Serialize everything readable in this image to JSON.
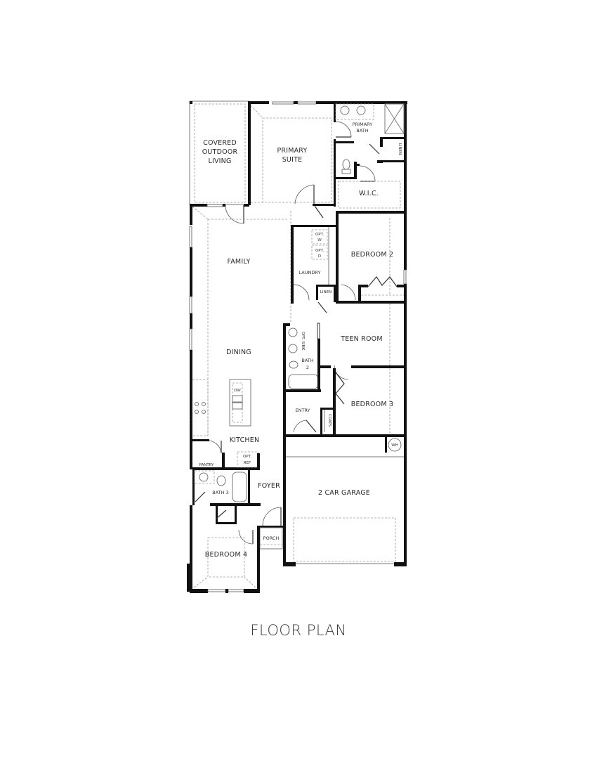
{
  "title": "FLOOR PLAN",
  "rooms": {
    "covered_outdoor_living": [
      "COVERED",
      "OUTDOOR",
      "LIVING"
    ],
    "primary_suite": [
      "PRIMARY",
      "SUITE"
    ],
    "primary_bath": [
      "PRIMARY",
      "BATH"
    ],
    "linen_primary": "LINEN",
    "wic": "W.I.C.",
    "family": "FAMILY",
    "laundry": "LAUNDRY",
    "opt_w": [
      "OPT.",
      "W"
    ],
    "opt_d": [
      "OPT.",
      "D"
    ],
    "linen_hall": "LINEN",
    "bedroom2": "BEDROOM 2",
    "dining": "DINING",
    "teen_room": "TEEN ROOM",
    "opt_sink": "OPT. SINK",
    "bath2": [
      "BATH",
      "2"
    ],
    "dw": "DW",
    "bedroom3": "BEDROOM 3",
    "entry": "ENTRY",
    "coats": "COATS",
    "kitchen": "KITCHEN",
    "opt_ref": [
      "OPT.",
      "REF"
    ],
    "pantry": "PANTRY",
    "wh": "WH",
    "bath3": "BATH 3",
    "foyer": "FOYER",
    "garage": "2 CAR GARAGE",
    "porch": "PORCH",
    "bedroom4": "BEDROOM 4"
  },
  "colors": {
    "wall": "#111111",
    "line": "#7a7a7a",
    "text": "#2a2a2a",
    "background": "#ffffff"
  }
}
